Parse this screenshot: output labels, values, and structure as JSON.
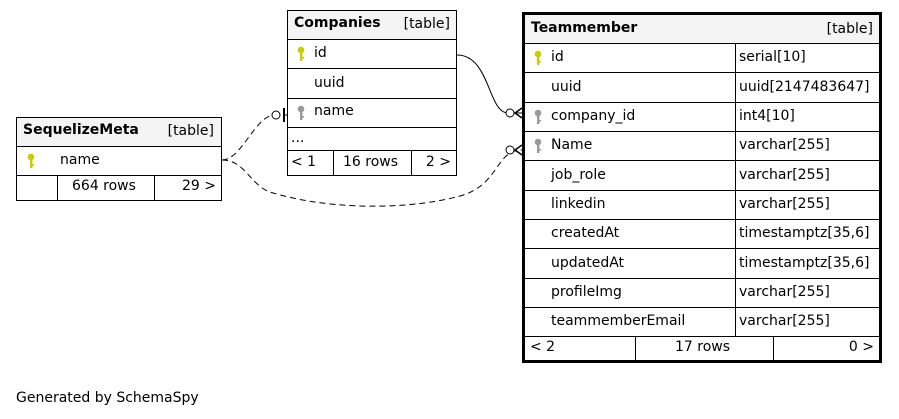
{
  "colors": {
    "primary_key": "#cccc00",
    "foreign_key": "#999999",
    "header_bg": "#f4f4f4",
    "line": "#000000"
  },
  "icons": {
    "primary_key": "key-icon-yellow",
    "foreign_key": "key-icon-gray"
  },
  "sequelize_meta": {
    "name": "SequelizeMeta",
    "kind": "[table]",
    "columns": [
      {
        "name": "name",
        "key": "primary"
      }
    ],
    "footer": {
      "left": "",
      "rows": "664 rows",
      "right": "29 >"
    }
  },
  "companies": {
    "name": "Companies",
    "kind": "[table]",
    "columns": [
      {
        "name": "id",
        "key": "primary"
      },
      {
        "name": "uuid",
        "key": "none"
      },
      {
        "name": "name",
        "key": "foreign"
      }
    ],
    "ellipsis": "...",
    "footer": {
      "left": "< 1",
      "rows": "16 rows",
      "right": "2 >"
    }
  },
  "teammember": {
    "name": "Teammember",
    "kind": "[table]",
    "columns": [
      {
        "name": "id",
        "type": "serial[10]",
        "key": "primary"
      },
      {
        "name": "uuid",
        "type": "uuid[2147483647]",
        "key": "none"
      },
      {
        "name": "company_id",
        "type": "int4[10]",
        "key": "foreign"
      },
      {
        "name": "Name",
        "type": "varchar[255]",
        "key": "foreign"
      },
      {
        "name": "job_role",
        "type": "varchar[255]",
        "key": "none"
      },
      {
        "name": "linkedin",
        "type": "varchar[255]",
        "key": "none"
      },
      {
        "name": "createdAt",
        "type": "timestamptz[35,6]",
        "key": "none"
      },
      {
        "name": "updatedAt",
        "type": "timestamptz[35,6]",
        "key": "none"
      },
      {
        "name": "profileImg",
        "type": "varchar[255]",
        "key": "none"
      },
      {
        "name": "teammemberEmail",
        "type": "varchar[255]",
        "key": "none"
      }
    ],
    "footer": {
      "left": "< 2",
      "rows": "17 rows",
      "right": "0 >"
    }
  },
  "generated_by": "Generated by SchemaSpy"
}
